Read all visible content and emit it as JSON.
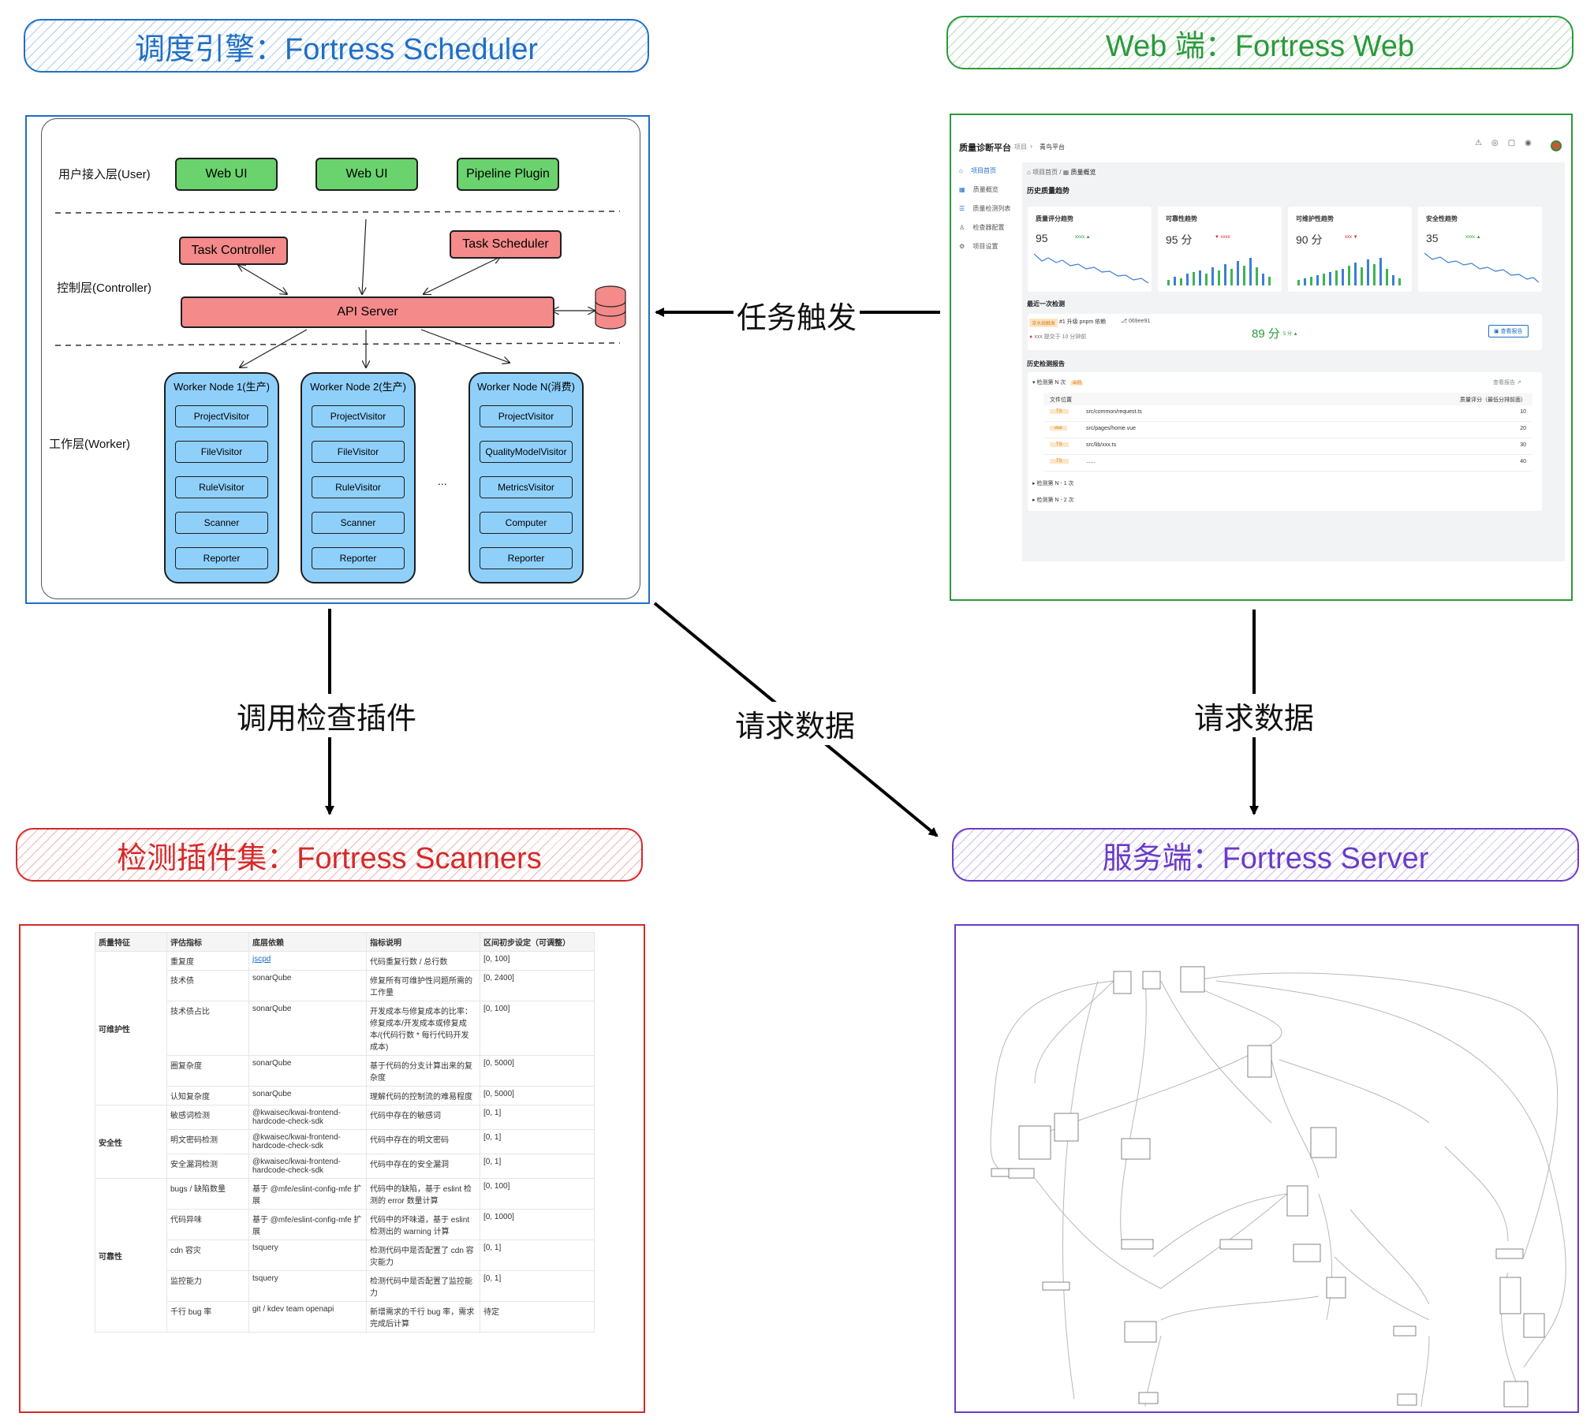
{
  "headers": {
    "scheduler": "调度引擎：Fortress Scheduler",
    "web": "Web 端：Fortress Web",
    "scanners": "检测插件集：Fortress Scanners",
    "server": "服务端：Fortress Server"
  },
  "connectors": {
    "task_trigger": "任务触发",
    "call_plugins": "调用检查插件",
    "request_data_1": "请求数据",
    "request_data_2": "请求数据"
  },
  "scheduler": {
    "layers": {
      "user": "用户接入层(User)",
      "controller": "控制层(Controller)",
      "worker": "工作层(Worker)"
    },
    "user_nodes": [
      "Web UI",
      "Web UI",
      "Pipeline Plugin"
    ],
    "task_controller": "Task Controller",
    "task_scheduler": "Task Scheduler",
    "api_server": "API Server",
    "ellipsis": "...",
    "workers": [
      {
        "title": "Worker Node 1(生产)",
        "items": [
          "ProjectVisitor",
          "FileVisitor",
          "RuleVisitor",
          "Scanner",
          "Reporter"
        ]
      },
      {
        "title": "Worker Node 2(生产)",
        "items": [
          "ProjectVisitor",
          "FileVisitor",
          "RuleVisitor",
          "Scanner",
          "Reporter"
        ]
      },
      {
        "title": "Worker Node N(消费)",
        "items": [
          "ProjectVisitor",
          "QualityModelVisitor",
          "MetricsVisitor",
          "Computer",
          "Reporter"
        ]
      }
    ]
  },
  "web_ui": {
    "app_title": "质量诊断平台",
    "breadcrumb_project": "项目",
    "breadcrumb_current": "青鸟平台",
    "sidebar": [
      "项目首页",
      "质量概览",
      "质量检测列表",
      "检查器配置",
      "项目设置"
    ],
    "page_crumb_home": "项目首页",
    "page_crumb_overview": "质量概览",
    "section_trend": "历史质量趋势",
    "cards": [
      {
        "title": "质量评分趋势",
        "value": "95",
        "delta": "xxxx"
      },
      {
        "title": "可靠性趋势",
        "value": "95 分",
        "delta": "xxxx"
      },
      {
        "title": "可维护性趋势",
        "value": "90 分",
        "delta": "xxx"
      },
      {
        "title": "安全性趋势",
        "value": "35",
        "delta": "xxxx"
      }
    ],
    "section_last": "最近一次检测",
    "last_tag": "流水线触发",
    "last_commit": "#1 升级 pnpm 依赖",
    "last_hash": "069ee91",
    "last_user": "xxx  提交于 10 分钟前",
    "last_score": "89 分",
    "last_delta": "5 分",
    "last_report_btn": "查看报告",
    "section_history": "历史检测报告",
    "history_current": "检测第 N 次",
    "history_current_tag": "当前",
    "history_view": "查看报告",
    "history_col_file": "文件位置",
    "history_col_score": "质量评分（最低分排前面）",
    "history_rows": [
      {
        "lang": "TS",
        "path": "src/common/request.ts",
        "score": "10"
      },
      {
        "lang": "vue",
        "path": "src/pages/home.vue",
        "score": "20"
      },
      {
        "lang": "TS",
        "path": "src/lib/xxx.ts",
        "score": "30"
      },
      {
        "lang": "TS",
        "path": "......",
        "score": "40"
      }
    ],
    "history_prev_1": "检测第 N - 1 次",
    "history_prev_2": "检测第 N - 2 次"
  },
  "scanners_table": {
    "headers": [
      "质量特征",
      "评估指标",
      "底层依赖",
      "指标说明",
      "区间初步设定（可调整）"
    ],
    "groups": [
      {
        "feature": "可维护性",
        "rows": [
          [
            "重复度",
            "jscpd",
            "代码重复行数 / 总行数",
            "[0, 100]"
          ],
          [
            "技术债",
            "sonarQube",
            "修复所有可维护性问题所需的工作量",
            "[0, 2400]"
          ],
          [
            "技术债占比",
            "sonarQube",
            "开发成本与修复成本的比率：修复成本/开发成本或修复成本/(代码行数 * 每行代码开发成本)",
            "[0, 100]"
          ],
          [
            "圈复杂度",
            "sonarQube",
            "基于代码的分支计算出来的复杂度",
            "[0, 5000]"
          ],
          [
            "认知复杂度",
            "sonarQube",
            "理解代码的控制流的难易程度",
            "[0, 5000]"
          ]
        ]
      },
      {
        "feature": "安全性",
        "rows": [
          [
            "敏感词检测",
            "@kwaisec/kwai-frontend-hardcode-check-sdk",
            "代码中存在的敏感词",
            "[0, 1]"
          ],
          [
            "明文密码检测",
            "@kwaisec/kwai-frontend-hardcode-check-sdk",
            "代码中存在的明文密码",
            "[0, 1]"
          ],
          [
            "安全漏洞检测",
            "@kwaisec/kwai-frontend-hardcode-check-sdk",
            "代码中存在的安全漏洞",
            "[0, 1]"
          ]
        ]
      },
      {
        "feature": "可靠性",
        "rows": [
          [
            "bugs / 缺陷数量",
            "基于 @mfe/eslint-config-mfe 扩展",
            "代码中的缺陷，基于 eslint 检测的 error 数量计算",
            "[0, 100]"
          ],
          [
            "代码异味",
            "基于 @mfe/eslint-config-mfe 扩展",
            "代码中的坏味道，基于 eslint 检测出的 warning 计算",
            "[0, 1000]"
          ],
          [
            "cdn 容灾",
            "tsquery",
            "检测代码中是否配置了 cdn 容灾能力",
            "[0, 1]"
          ],
          [
            "监控能力",
            "tsquery",
            "检测代码中是否配置了监控能力",
            "[0, 1]"
          ],
          [
            "千行 bug 率",
            "git / kdev team openapi",
            "新增需求的千行 bug 率，需求完成后计算",
            "待定"
          ]
        ]
      }
    ]
  },
  "colors": {
    "blue": "#1f6fc4",
    "green": "#2a9a3a",
    "red": "#d42a2a",
    "purple": "#6a3cc6",
    "node_green": "#6ad36d",
    "node_red": "#f48a8a",
    "node_blue": "#8fd0fb"
  }
}
